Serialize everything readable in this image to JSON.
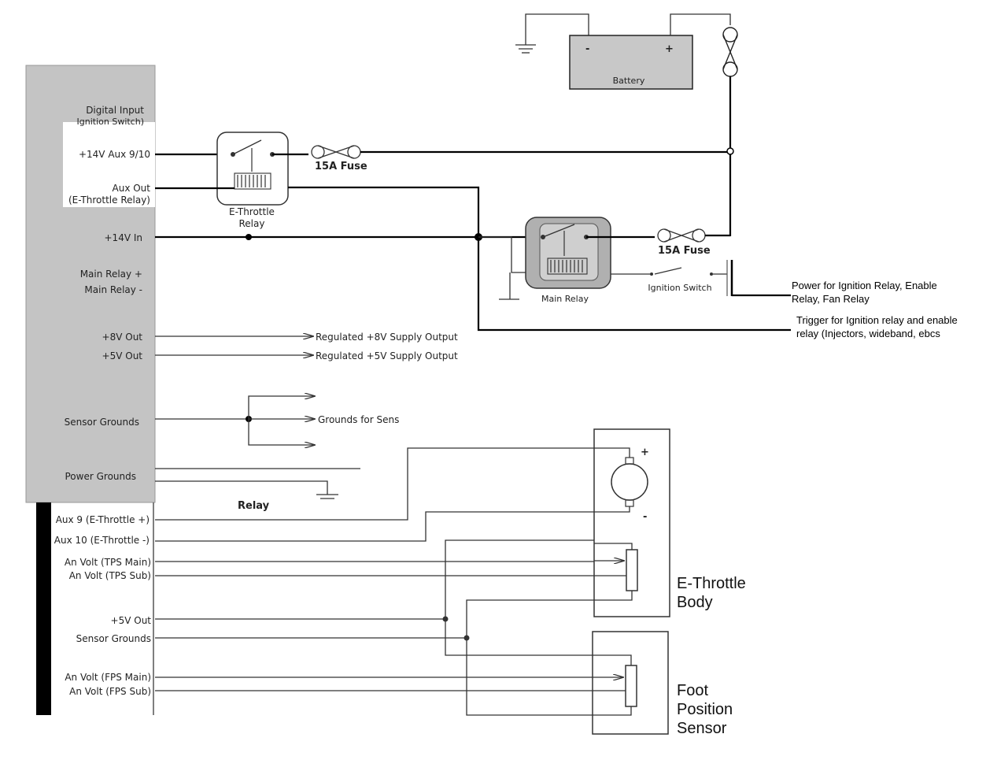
{
  "ecu": {
    "pins": {
      "digital_input_1": "Digital Input",
      "digital_input_2": "Ignition Switch)",
      "aux_9_10": "+14V Aux 9/10",
      "aux_out_1": "Aux Out",
      "aux_out_2": "(E-Throttle Relay)",
      "in_14v": "+14V In",
      "main_relay_plus": "Main Relay +",
      "main_relay_minus": "Main Relay -",
      "out_8v": "+8V Out",
      "out_5v": "+5V Out",
      "sensor_grounds": "Sensor Grounds",
      "power_grounds": "Power Grounds",
      "aux9": "Aux 9 (E-Throttle +)",
      "aux10": "Aux 10 (E-Throttle -)",
      "tps_main": "An Volt (TPS Main)",
      "tps_sub": "An Volt (TPS Sub)",
      "out_5v_2": "+5V Out",
      "sensor_grounds_2": "Sensor Grounds",
      "fps_main": "An Volt (FPS Main)",
      "fps_sub": "An Volt (FPS Sub)"
    }
  },
  "components": {
    "battery": "Battery",
    "battery_minus": "-",
    "battery_plus": "+",
    "e_throttle_relay_1": "E-Throttle",
    "e_throttle_relay_2": "Relay",
    "fuse_1": "15A Fuse",
    "fuse_2": "15A Fuse",
    "main_relay": "Main Relay",
    "ignition_switch": "Ignition Switch",
    "relay_text": "Relay",
    "motor_plus": "+",
    "motor_minus": "-",
    "e_throttle_body_1": "E-Throttle",
    "e_throttle_body_2": "Body",
    "foot_sensor_1": "Foot",
    "foot_sensor_2": "Position",
    "foot_sensor_3": "Sensor"
  },
  "outputs": {
    "reg_8v": "Regulated +8V Supply Output",
    "reg_5v": "Regulated +5V Supply Output",
    "grounds_sens": "Grounds for Sens"
  },
  "notes": {
    "power_1": "Power for Ignition Relay, Enable",
    "power_2": "Relay, Fan Relay",
    "trigger_1": "Trigger for Ignition relay and enable",
    "trigger_2": "relay (Injectors, wideband, ebcs"
  }
}
